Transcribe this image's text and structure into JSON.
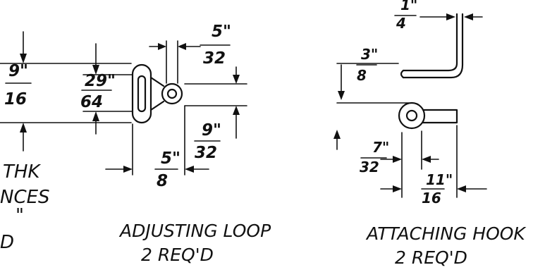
{
  "adjusting_loop": {
    "title": "ADJUSTING LOOP",
    "qty": "2 REQ'D",
    "dims": {
      "width_num": "5\"",
      "width_den": "32",
      "height_num": "9\"",
      "height_den": "16",
      "slot_num": "29\"",
      "slot_den": "64",
      "eye_num": "9\"",
      "eye_den": "32",
      "length_num": "5\"",
      "length_den": "8"
    }
  },
  "attaching_hook": {
    "title": "ATTACHING HOOK",
    "qty": "2 REQ'D",
    "dims": {
      "wire_num": "1\"",
      "wire_den": "4",
      "gap_num": "3\"",
      "gap_den": "8",
      "eye_num": "7\"",
      "eye_den": "32",
      "length_num": "11\"",
      "length_den": "16"
    }
  },
  "notes": {
    "line1": "THK",
    "line2": "NCES",
    "line3": "\"",
    "line4": "D"
  }
}
